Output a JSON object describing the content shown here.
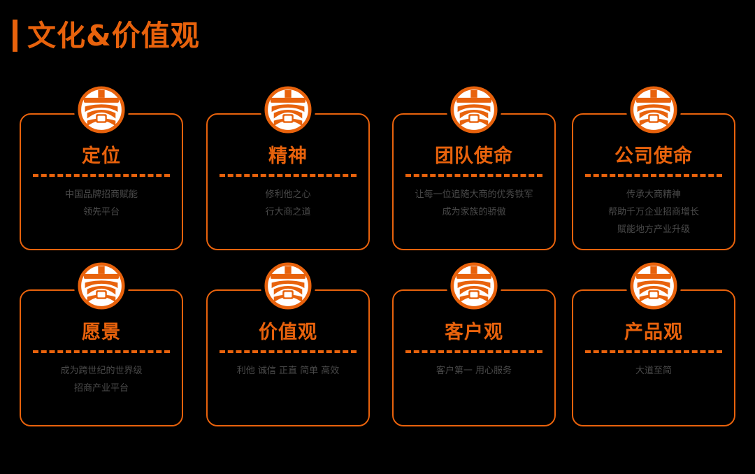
{
  "header": {
    "title": "文化&价值观",
    "accent_color": "#E8620C"
  },
  "colors": {
    "background": "#000000",
    "accent": "#E8620C",
    "body_text": "#4A4A4A",
    "badge_inner": "#FFFFFF"
  },
  "badge": {
    "icon_name": "brand-logo-icon"
  },
  "rows": [
    {
      "cards": [
        {
          "title": "定位",
          "lines": [
            "中国品牌招商赋能",
            "领先平台"
          ]
        },
        {
          "title": "精神",
          "lines": [
            "修利他之心",
            "行大商之道"
          ]
        },
        {
          "title": "团队使命",
          "lines": [
            "让每一位追随大商的优秀铁军",
            "成为家族的骄傲"
          ]
        },
        {
          "title": "公司使命",
          "lines": [
            "传承大商精神",
            "帮助千万企业招商增长",
            "赋能地方产业升级"
          ]
        }
      ]
    },
    {
      "cards": [
        {
          "title": "愿景",
          "lines": [
            "成为跨世纪的世界级",
            "招商产业平台"
          ]
        },
        {
          "title": "价值观",
          "lines": [
            "利他 诚信 正直 简单 高效"
          ]
        },
        {
          "title": "客户观",
          "lines": [
            "客户第一 用心服务"
          ]
        },
        {
          "title": "产品观",
          "lines": [
            "大道至简"
          ]
        }
      ]
    }
  ]
}
